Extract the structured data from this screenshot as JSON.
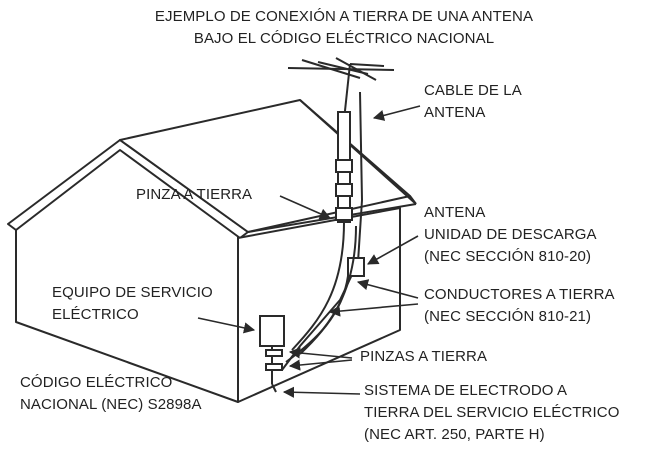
{
  "title": {
    "line1": "EJEMPLO DE CONEXIÓN A TIERRA DE UNA ANTENA",
    "line2": "BAJO EL CÓDIGO ELÉCTRICO NACIONAL"
  },
  "labels": {
    "antenna_cable": {
      "line1": "CABLE DE LA",
      "line2": "ANTENA"
    },
    "ground_clamp": "PINZA A TIERRA",
    "discharge_unit": {
      "line1": "ANTENA",
      "line2": "UNIDAD DE DESCARGA",
      "line3": "(NEC SECCIÓN 810-20)"
    },
    "ground_conductors": {
      "line1": "CONDUCTORES A TIERRA",
      "line2": "(NEC SECCIÓN 810-21)"
    },
    "ground_clamps": "PINZAS A TIERRA",
    "service_equipment": {
      "line1": "EQUIPO DE SERVICIO",
      "line2": "ELÉCTRICO"
    },
    "nec_code": {
      "line1": "CÓDIGO ELÉCTRICO",
      "line2": "NACIONAL (NEC) S2898A"
    },
    "electrode_system": {
      "line1": "SISTEMA DE ELECTRODO A",
      "line2": "TIERRA DEL SERVICIO ELÉCTRICO",
      "line3": "(NEC ART. 250, PARTE H)"
    }
  },
  "colors": {
    "line": "#2a2a2a",
    "wall": "#ffffff",
    "roof": "#ffffff"
  }
}
